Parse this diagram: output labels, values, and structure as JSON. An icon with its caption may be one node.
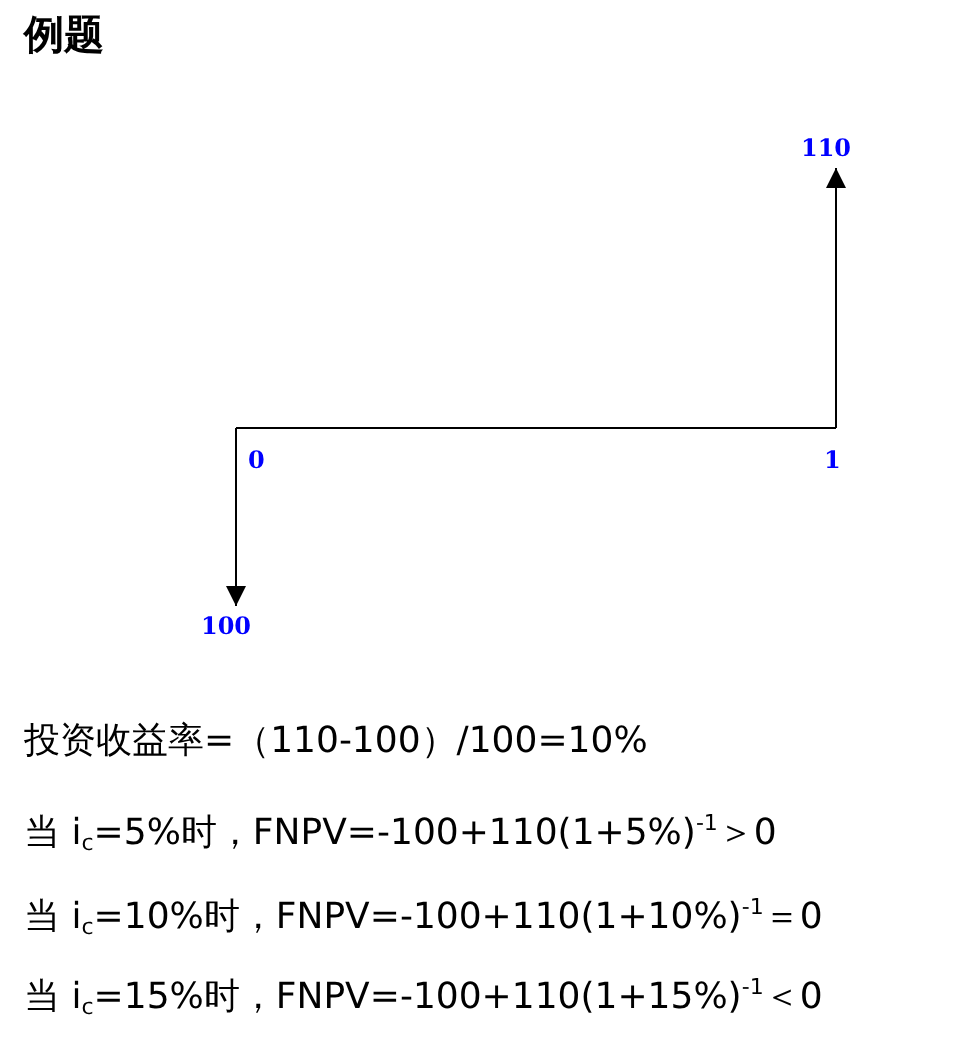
{
  "diagram": {
    "title": "例题",
    "nodes": [
      {
        "text": [
          "110"
        ]
      },
      {
        "text": [
          "100"
        ]
      }
    ],
    "edges": [
      {
        "from": null,
        "to": 0,
        "arrow": "to"
      },
      {
        "from": null,
        "to": 1,
        "arrow": "to"
      }
    ],
    "labels": [
      "0",
      "1",
      "投资收益率=（110-100）/100=10%",
      "当 i$_{c}$=5%时，FNPV=-100+110(1+5%)$^{-1}$＞0",
      "当 i$_{c}$=10%时，FNPV=-100+110(1+10%)$^{-1}$＝0",
      "当 i$_{c}$=15%时，FNPV=-100+110(1+15%)$^{-1}$＜0"
    ]
  }
}
